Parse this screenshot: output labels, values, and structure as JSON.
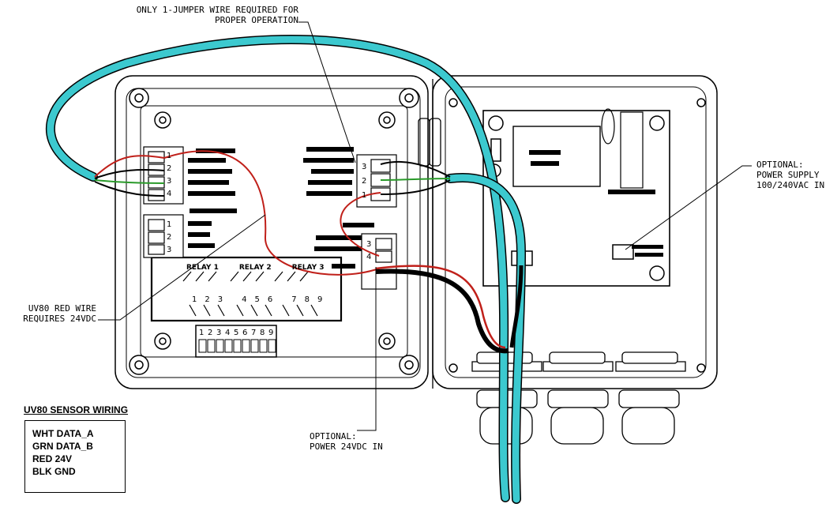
{
  "callouts": {
    "jumper": [
      "ONLY 1-JUMPER WIRE REQUIRED FOR",
      "PROPER OPERATION"
    ],
    "power_supply": [
      "OPTIONAL:",
      "POWER SUPPLY",
      "100/240VAC IN"
    ],
    "red_wire": [
      "UV80 RED WIRE",
      "REQUIRES 24VDC"
    ],
    "power_24vdc": [
      "OPTIONAL:",
      "POWER 24VDC IN"
    ]
  },
  "legend": {
    "title": "UV80 SENSOR WIRING",
    "lines": [
      "WHT DATA_A",
      "GRN DATA_B",
      "RED 24V",
      "BLK GND"
    ]
  },
  "terminals": {
    "left_block_numbers": [
      "1",
      "2",
      "3",
      "4"
    ],
    "serial_block_numbers": [
      "1",
      "2",
      "3"
    ],
    "right_block_numbers": [
      "3",
      "2",
      "1"
    ],
    "power_block_numbers": [
      "3",
      "4"
    ],
    "relay_labels": [
      "RELAY 1",
      "RELAY 2",
      "RELAY 3"
    ],
    "relay_pins": [
      "1",
      "2",
      "3",
      "4",
      "5",
      "6",
      "7",
      "8",
      "9"
    ],
    "dip_switch_numbers": [
      "1",
      "2",
      "3",
      "4",
      "5",
      "6",
      "7",
      "8",
      "9"
    ]
  },
  "colors": {
    "cable": "#3cc9cf",
    "red_wire": "#c0201a",
    "green_wire": "#2a9a2a",
    "black_wire": "#000000"
  }
}
